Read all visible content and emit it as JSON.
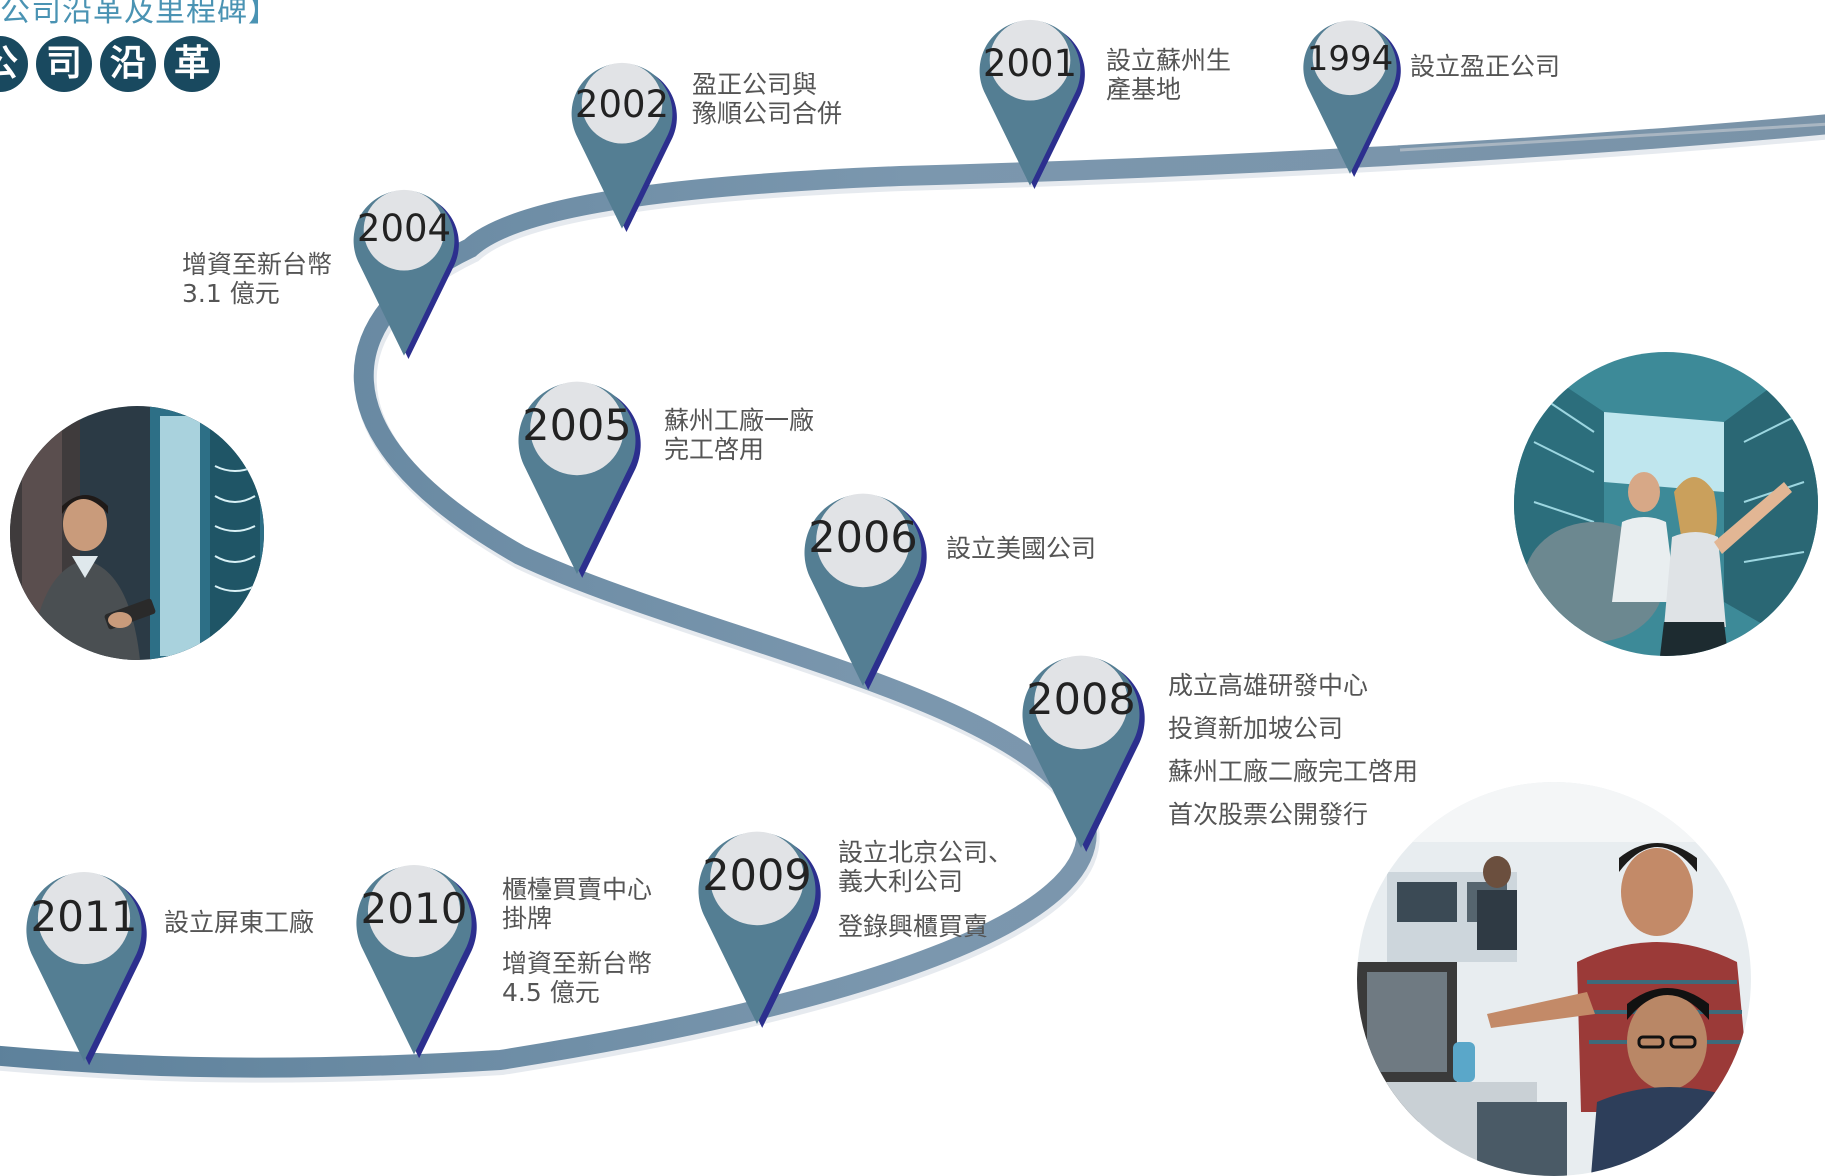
{
  "page_title": "公司沿革及里程碑】",
  "title_chars": [
    "公",
    "司",
    "沿",
    "革"
  ],
  "colors": {
    "pin_fill": "#547e93",
    "pin_shadow": "#2c2f8e",
    "pin_head": "#e1e3e6",
    "road": "#6e8ea6",
    "title_circle": "#19495f"
  },
  "milestones": [
    {
      "year": "1994",
      "lines": [
        "設立盈正公司"
      ]
    },
    {
      "year": "2001",
      "lines": [
        "設立蘇州生",
        "產基地"
      ]
    },
    {
      "year": "2002",
      "lines": [
        "盈正公司與",
        "豫順公司合併"
      ]
    },
    {
      "year": "2004",
      "lines": [
        "增資至新台幣",
        "3.1 億元"
      ]
    },
    {
      "year": "2005",
      "lines": [
        "蘇州工廠一廠",
        "完工啓用"
      ]
    },
    {
      "year": "2006",
      "lines": [
        "設立美國公司"
      ]
    },
    {
      "year": "2008",
      "lines": [
        "成立高雄研發中心",
        "投資新加坡公司",
        "蘇州工廠二廠完工啓用",
        "首次股票公開發行"
      ]
    },
    {
      "year": "2009",
      "lines": [
        "設立北京公司、",
        "義大利公司",
        "登錄興櫃買賣"
      ]
    },
    {
      "year": "2010",
      "lines": [
        "櫃檯買賣中心",
        "掛牌",
        "增資至新台幣",
        "4.5 億元"
      ]
    },
    {
      "year": "2011",
      "lines": [
        "設立屏東工廠"
      ]
    }
  ],
  "photos": [
    {
      "name": "engineer-server-room"
    },
    {
      "name": "team-in-server-room"
    },
    {
      "name": "engineers-at-computers"
    }
  ]
}
